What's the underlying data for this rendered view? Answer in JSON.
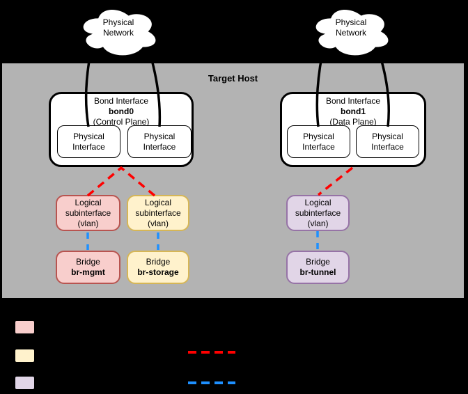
{
  "host": {
    "title": "Target Host"
  },
  "clouds": {
    "left": {
      "label": "Physical Network"
    },
    "right": {
      "label": "Physical Network"
    }
  },
  "bonds": {
    "bond0": {
      "type_label": "Bond Interface",
      "name": "bond0",
      "plane": "(Control Plane)"
    },
    "bond1": {
      "type_label": "Bond Interface",
      "name": "bond1",
      "plane": "(Data Plane)"
    }
  },
  "labels": {
    "physical_interface": "Physical Interface",
    "logical_subinterface": "Logical subinterface (vlan)"
  },
  "bridges": {
    "mgmt": {
      "type_label": "Bridge",
      "name": "br-mgmt"
    },
    "storage": {
      "type_label": "Bridge",
      "name": "br-storage"
    },
    "tunnel": {
      "type_label": "Bridge",
      "name": "br-tunnel"
    }
  },
  "colors": {
    "bg": "#000000",
    "host_fill": "#b3b3b3",
    "box_fill": "#ffffff",
    "line": "#000000",
    "mgmt_fill": "#f8cecc",
    "mgmt_stroke": "#b85450",
    "storage_fill": "#fff2cc",
    "storage_stroke": "#d6b656",
    "tunnel_fill": "#e1d5e7",
    "tunnel_stroke": "#9673a6",
    "bond_line": "#ff0000",
    "bridge_line": "#1e90ff"
  }
}
